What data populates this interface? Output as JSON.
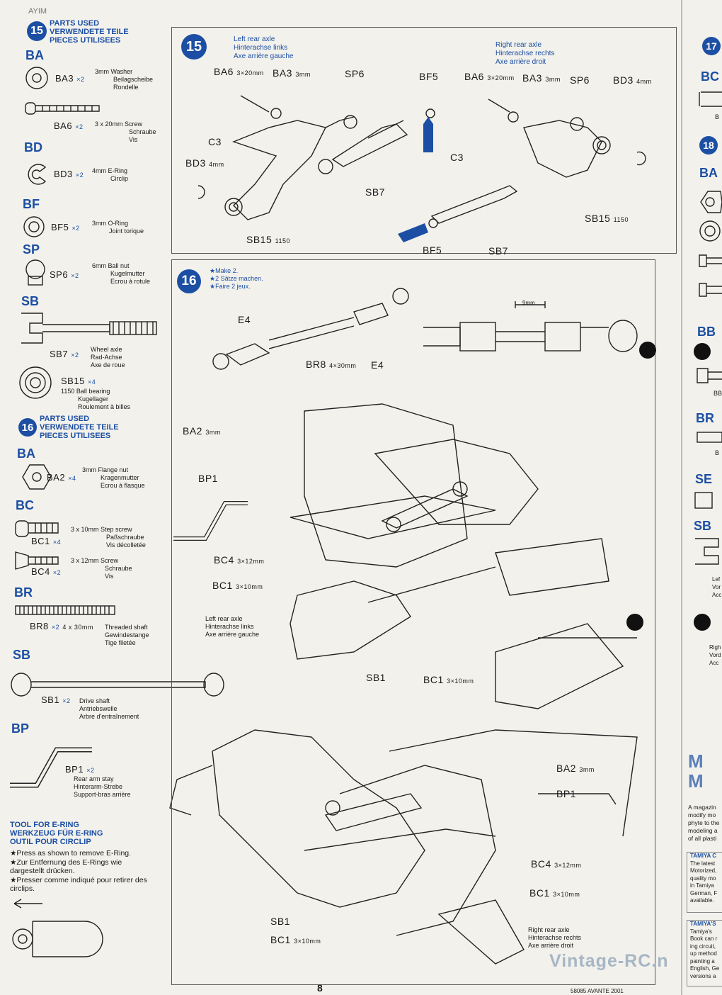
{
  "header": {
    "corner_ocr": "AYIM"
  },
  "left_panel": {
    "step15": {
      "number": "15",
      "heading": [
        "PARTS USED",
        "VERWENDETE TEILE",
        "PIECES UTILISEES"
      ],
      "groups": [
        {
          "letter": "BA",
          "parts": [
            {
              "code": "BA3",
              "qty": "×2",
              "desc": [
                "3mm Washer",
                "Beilagscheibe",
                "Rondelle"
              ]
            },
            {
              "code": "BA6",
              "qty": "×2",
              "desc": [
                "3 x 20mm Screw",
                "Schraube",
                "Vis"
              ]
            }
          ]
        },
        {
          "letter": "BD",
          "parts": [
            {
              "code": "BD3",
              "qty": "×2",
              "desc": [
                "4mm E-Ring",
                "Circlip"
              ]
            }
          ]
        },
        {
          "letter": "BF",
          "parts": [
            {
              "code": "BF5",
              "qty": "×2",
              "desc": [
                "3mm O-Ring",
                "Joint torique"
              ]
            }
          ]
        },
        {
          "letter": "SP",
          "parts": [
            {
              "code": "SP6",
              "qty": "×2",
              "desc": [
                "6mm Ball nut",
                "Kugelmutter",
                "Ecrou à rotule"
              ]
            }
          ]
        },
        {
          "letter": "SB",
          "parts": [
            {
              "code": "SB7",
              "qty": "×2",
              "desc": [
                "Wheel axle",
                "Rad-Achse",
                "Axe de roue"
              ]
            },
            {
              "code": "SB15",
              "qty": "×4",
              "desc": [
                "1150 Ball bearing",
                "Kugellager",
                "Roulement à billes"
              ]
            }
          ]
        }
      ]
    },
    "step16": {
      "number": "16",
      "heading": [
        "PARTS USED",
        "VERWENDETE TEILE",
        "PIECES UTILISEES"
      ],
      "groups": [
        {
          "letter": "BA",
          "parts": [
            {
              "code": "BA2",
              "qty": "×4",
              "desc": [
                "3mm Flange nut",
                "Kragenmutter",
                "Ecrou à flasque"
              ]
            }
          ]
        },
        {
          "letter": "BC",
          "parts": [
            {
              "code": "BC1",
              "qty": "×4",
              "desc": [
                "3 x 10mm Step screw",
                "Paßschraube",
                "Vis décolletée"
              ]
            },
            {
              "code": "BC4",
              "qty": "×2",
              "desc": [
                "3 x 12mm Screw",
                "Schraube",
                "Vis"
              ]
            }
          ]
        },
        {
          "letter": "BR",
          "parts": [
            {
              "code": "BR8",
              "qty": "×2",
              "size": "4 x 30mm",
              "desc": [
                "Threaded shaft",
                "Gewindestange",
                "Tige filetée"
              ]
            }
          ]
        },
        {
          "letter": "SB",
          "parts": [
            {
              "code": "SB1",
              "qty": "×2",
              "desc": [
                "Drive shaft",
                "Antriebswelle",
                "Arbre d'entraînement"
              ]
            }
          ]
        },
        {
          "letter": "BP",
          "parts": [
            {
              "code": "BP1",
              "qty": "×2",
              "desc": [
                "Rear arm stay",
                "Hinterarm-Strebe",
                "Support-bras arrière"
              ]
            }
          ]
        }
      ]
    },
    "tool": {
      "heading": [
        "TOOL FOR E-RING",
        "WERKZEUG FÜR E-RING",
        "OUTIL POUR CIRCLIP"
      ],
      "notes": [
        "★Press as shown to remove E-Ring.",
        "★Zur Entfernung des E-Rings wie dargestellt drücken.",
        "★Presser comme indiqué pour retirer des circlips."
      ]
    }
  },
  "step15_panel": {
    "number": "15",
    "left_axle": [
      "Left rear axle",
      "Hinterachse links",
      "Axe arrière gauche"
    ],
    "right_axle": [
      "Right rear axle",
      "Hinterachse rechts",
      "Axe arrière droit"
    ],
    "labels": {
      "ba6": "BA6",
      "ba6_size": "3×20mm",
      "ba3": "BA3",
      "ba3_size": "3mm",
      "sp6": "SP6",
      "bf5": "BF5",
      "bd3": "BD3",
      "bd3_size": "4mm",
      "c3": "C3",
      "sb7": "SB7",
      "sb15": "SB15",
      "sb15_size": "1150"
    }
  },
  "step16_panel": {
    "number": "16",
    "notes": [
      "★Make 2.",
      "★2 Sätze machen.",
      "★Faire 2 jeux."
    ],
    "labels": {
      "e4": "E4",
      "br8": "BR8",
      "br8_size": "4×30mm",
      "gap": "9mm",
      "ba2": "BA2",
      "ba2_size": "3mm",
      "bp1": "BP1",
      "bc4": "BC4",
      "bc4_size": "3×12mm",
      "bc1": "BC1",
      "bc1_size": "3×10mm",
      "sb1": "SB1"
    },
    "left_axle": [
      "Left rear axle",
      "Hinterachse links",
      "Axe arrière gauche"
    ],
    "right_axle": [
      "Right rear axle",
      "Hinterachse rechts",
      "Axe arrière droit"
    ]
  },
  "right_strip": {
    "step17": "17",
    "step18": "18",
    "letters": [
      "BC",
      "BA",
      "BB",
      "BR",
      "SE",
      "SB"
    ],
    "fragments": [
      "B",
      "BB",
      "B",
      "Lef",
      "Vor",
      "Acc",
      "Righ",
      "Vord",
      "Acc"
    ],
    "ad_text": [
      "A magazin",
      "modify mo",
      "phyte to the",
      "modeling a",
      "of all plasti"
    ],
    "box1_title": "TAMIYA C",
    "box1_text": [
      "The latest",
      "Motorized,",
      "quality mo",
      "in Tamiya",
      "German, F",
      "available."
    ],
    "box2_title": "TAMIYA'S",
    "box2_text": [
      "Tamiya's",
      "Book can r",
      "ing circuit,",
      "up method",
      "painting a",
      "English, Ge",
      "versions a"
    ]
  },
  "footer": {
    "page_number": "8",
    "code": "58085 AVANTE 2001",
    "watermark": "Vintage-RC.n"
  },
  "colors": {
    "accent": "#1c4fa3",
    "paper": "#f2f1ec",
    "ink": "#1a1a1a"
  }
}
